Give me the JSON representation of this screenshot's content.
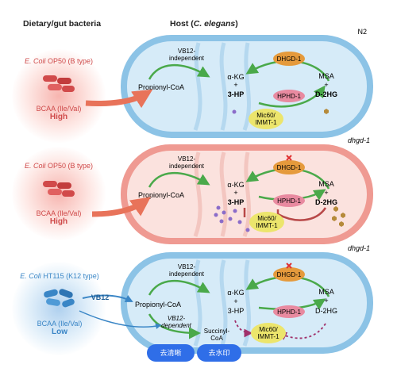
{
  "headers": {
    "left": "Dietary/gut bacteria",
    "host_prefix": "Host (",
    "host_species": "C. elegans",
    "host_suffix": ")"
  },
  "panels": [
    {
      "tag": "N2",
      "bacteria": {
        "genus": "E. Coli",
        "strain": "OP50 (B type)",
        "bcaa": "BCAA (Ile/Val)",
        "level": "High"
      },
      "labels": {
        "vb12": "VB12-",
        "independent": "independent",
        "propionyl": "Propionyl-CoA",
        "akg": "α-KG",
        "plus1": "+",
        "hp3": "3-HP",
        "dhgd1": "DHGD-1",
        "hphd1": "HPHD-1",
        "msa": "MSA",
        "plus2": "+",
        "d2hg": "D-2HG",
        "mic60": "Mic60/",
        "immt1": "IMMT-1"
      }
    },
    {
      "tag": "dhgd-1",
      "bacteria": {
        "genus": "E. Coli",
        "strain": "OP50 (B type)",
        "bcaa": "BCAA (Ile/Val)",
        "level": "High"
      },
      "labels": {
        "vb12": "VB12-",
        "independent": "independent",
        "propionyl": "Propionyl-CoA",
        "akg": "α-KG",
        "plus1": "+",
        "hp3": "3-HP",
        "dhgd1": "DHGD-1",
        "hphd1": "HPHD-1",
        "msa": "MSA",
        "plus2": "+",
        "d2hg": "D-2HG",
        "mic60": "Mic60/",
        "immt1": "IMMT-1"
      }
    },
    {
      "tag": "dhgd-1",
      "bacteria": {
        "genus": "E. Coli",
        "strain": "HT115 (K12 type)",
        "bcaa": "BCAA (Ile/Val)",
        "level": "Low"
      },
      "labels": {
        "vb12": "VB12-",
        "independent": "independent",
        "propionyl": "Propionyl-CoA",
        "akg": "α-KG",
        "plus1": "+",
        "hp3": "3-HP",
        "dhgd1": "DHGD-1",
        "hphd1": "HPHD-1",
        "msa": "MSA",
        "plus2": "+",
        "d2hg": "D-2HG",
        "mic60": "Mic60/",
        "immt1": "IMMT-1",
        "vb12_in": "VB12",
        "vb12dep1": "VB12-",
        "vb12dep2": "dependent",
        "succ1": "Succinyl-",
        "succ2": "CoA"
      }
    }
  ],
  "buttons": {
    "left": "去清晰",
    "right": "去水印"
  },
  "colors": {
    "membrane_blue": "#8cc3e6",
    "matrix_blue": "#d6ebf8",
    "membrane_red": "#ef9a92",
    "matrix_red": "#fbe2de",
    "arrow_green": "#4aa94a",
    "enzyme_orange": "#e59a3c",
    "enzyme_pink": "#e88aa0",
    "mic_yellow": "#ece56c"
  },
  "icons": [
    "red-bacteria-icon",
    "blue-bacteria-icon",
    "inhibition-x-icon",
    "hexagon-metabolite-icon",
    "circle-metabolite-icon"
  ]
}
